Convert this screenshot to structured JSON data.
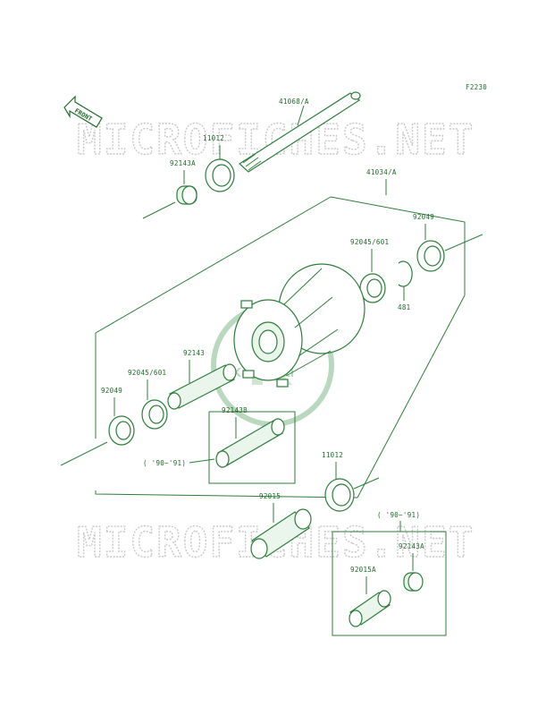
{
  "diagram_code": "F2230",
  "front_label": "FRONT",
  "watermark": "MICROFICHES.NET",
  "logo_text": "Kawasaki",
  "parts": {
    "axle": "41068/A",
    "bearing_top": "11012",
    "collar_top": "92143A",
    "hub": "41034/A",
    "seal_right": "92049",
    "bearing_right": "92045/601",
    "circlip": "481",
    "collar_left": "92143",
    "bearing_left": "92045/601",
    "seal_left": "92049",
    "spacer_alt": "92143B",
    "spacer_alt_note": "( '90~'91)",
    "bearing_bottom": "11012",
    "axle_nut": "92015",
    "inset_note": "( '90~'91)",
    "inset_collar": "92143A",
    "inset_nut": "92015A"
  }
}
